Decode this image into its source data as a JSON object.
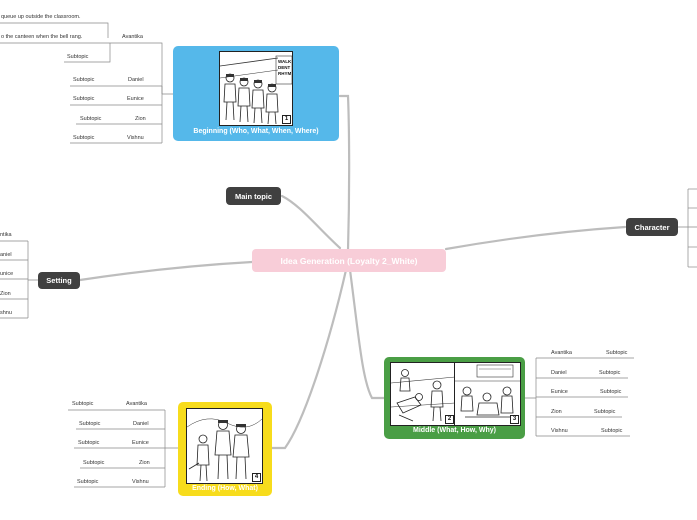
{
  "center": "Idea Generation (Loyalty 2_White)",
  "main_topic": "Main topic",
  "character": "Character",
  "setting": "Setting",
  "beginning": {
    "title": "Beginning (Who, What, When, Where)",
    "panel_number": "1",
    "sign_text": "WALK\nDENT\nRHYM",
    "top_texts": [
      "queue up outside the classroom.",
      "o the canteen when the bell rang."
    ],
    "branch_label": "Avantika",
    "subtopic": "Subtopic",
    "rows": [
      {
        "left": "Subtopic",
        "right": "Daniel"
      },
      {
        "left": "Subtopic",
        "right": "Eunice"
      },
      {
        "left": "Subtopic",
        "right": "Zion"
      },
      {
        "left": "Subtopic",
        "right": "Vishnu"
      }
    ]
  },
  "setting_items": [
    "ntika",
    "aniel",
    "unice",
    "Zion",
    "shnu"
  ],
  "middle": {
    "title": "Middle (What, How, Why)",
    "panel_numbers": [
      "2",
      "3"
    ],
    "rows": [
      {
        "left": "Avantika",
        "right": "Subtopic"
      },
      {
        "left": "Daniel",
        "right": "Subtopic"
      },
      {
        "left": "Eunice",
        "right": "Subtopic"
      },
      {
        "left": "Zion",
        "right": "Subtopic"
      },
      {
        "left": "Vishnu",
        "right": "Subtopic"
      }
    ]
  },
  "ending": {
    "title": "Ending (How, What)",
    "panel_number": "4",
    "rows": [
      {
        "left": "Subtopic",
        "right": "Avantika"
      },
      {
        "left": "Subtopic",
        "right": "Daniel"
      },
      {
        "left": "Subtopic",
        "right": "Eunice"
      },
      {
        "left": "Subtopic",
        "right": "Zion"
      },
      {
        "left": "Subtopic",
        "right": "Vishnu"
      }
    ]
  },
  "colors": {
    "beginning": "#55b8ea",
    "middle": "#4a9e45",
    "ending": "#f7dc1c",
    "center": "#f8cdd8",
    "topic": "#404040",
    "connector": "#bdbdbd"
  }
}
